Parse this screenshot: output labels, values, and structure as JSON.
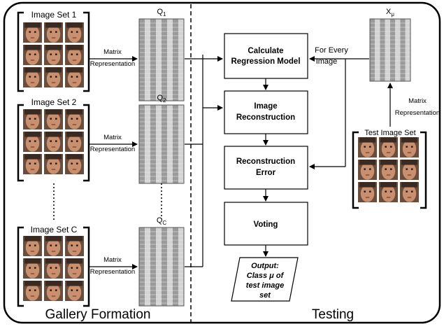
{
  "gallery": {
    "caption": "Gallery Formation",
    "sets": [
      {
        "title": "Image Set 1",
        "matrix_label": "Q1",
        "arrow_label_1": "Matrix",
        "arrow_label_2": "Representation"
      },
      {
        "title": "Image Set 2",
        "matrix_label": "Q2",
        "arrow_label_1": "Matrix",
        "arrow_label_2": "Representation"
      },
      {
        "title": "Image Set C",
        "matrix_label": "QC",
        "arrow_label_1": "Matrix",
        "arrow_label_2": "Representation"
      }
    ]
  },
  "testing": {
    "caption": "Testing",
    "matrix_label": "Xμ",
    "test_set_title": "Test Image Set",
    "arrow_up_label_1": "Matrix",
    "arrow_up_label_2": "Representation",
    "for_every_1": "For Every",
    "for_every_2": "Image",
    "steps": [
      {
        "line1": "Calculate",
        "line2": "Regression Model"
      },
      {
        "line1": "Image",
        "line2": "Reconstruction"
      },
      {
        "line1": "Reconstruction",
        "line2": "Error"
      },
      {
        "line1": "Voting",
        "line2": ""
      }
    ],
    "output": {
      "line1": "Output:",
      "line2": "Class μ of",
      "line3": "test image",
      "line4": "set"
    }
  },
  "colors": {
    "matrix_dark": "#9a9a9a",
    "matrix_light": "#d4d4d4",
    "face_skin": "#c99070",
    "face_hair": "#3a2a22"
  }
}
